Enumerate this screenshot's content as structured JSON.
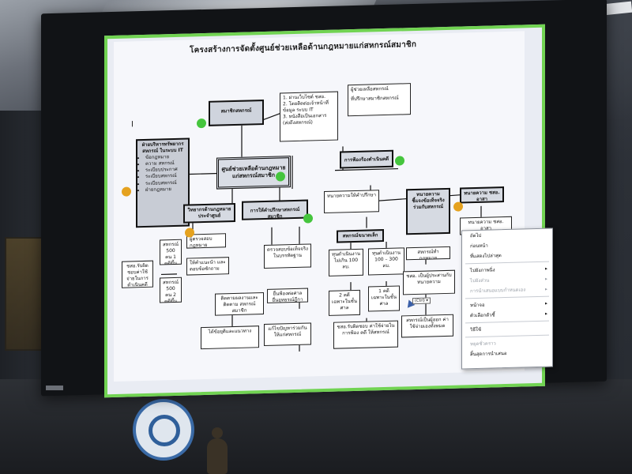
{
  "slide": {
    "title": "โครงสร้างการจัดตั้งศูนย์ช่วยเหลือด้านกฎหมายแก่สหกรณ์สมาชิก",
    "marker": "I",
    "center_box": "ศูนย์ช่วยเหลือด้านกฎหมาย แก่สหกรณ์สมาชิก",
    "member_box": "สมาชิกสหกรณ์",
    "member_steps": [
      "1. ผ่านเว็บไซต์ ชสอ.",
      "2. โดยติดต่อเจ้าหน้าที่ข้อมูล ระบบ IT",
      "3. หนังสือเป็นเอกสาร (ส่งถึงสหกรณ์)"
    ],
    "member_side": [
      "ผู้ช่วยเหลือสหกรณ์",
      "ที่ปรึกษาสมาชิกสหกรณ์"
    ],
    "left_panel": {
      "title": "ฝ่ายบริหารทรัพยากร สหกรณ์ ในระบบ IT",
      "items": [
        "ข้อกฎหมาย",
        "ความ สหกรณ์",
        "ระเบียบประกาศ",
        "ระเบียบสหกรณ์",
        "ระเบียบสหกรณ์",
        "ฝ่ายกฎหมาย"
      ]
    },
    "consult_box": "วิทยากรด้านกฎหมาย ประจำศูนย์",
    "case_box": "การให้คำปรึกษาสหกรณ์สมาชิก",
    "court_box": "การฟ้องร้องดำเนินคดี",
    "lawyer_box": "ผู้ตรวจสอบกฎหมาย",
    "answer_box": "ให้คำแนะนำ และตอบข้อซักถาม",
    "fee_boxes": [
      "สหกรณ์ 500 คน 1 คดีขึ้นไป",
      "สหกรณ์ 500 คน 2 คดีขึ้นไป"
    ],
    "support_box": "ชสอ.รับผิดชอบค่าใช้จ่ายในการดำเนินคดี",
    "check_box": "ตรวจสอบข้อเท็จจริง ในบรรทัดฐาน",
    "office_box": "ติดตามผลงานและติดตาม สหกรณ์สมาชิก",
    "result_box": "ได้ข้อยุติและแนวทาง",
    "legal_box": "แก้ไขปัญหาร่วมกัน ให้แก่สหกรณ์",
    "suit_box": "ยื่นฟ้องต่อศาล ยื่นอุทธรณ์ฎีกา",
    "member_coop_box": "สหกรณ์ขนาดเล็ก",
    "small_left": "ทุนดำเนินงาน ไม่เกิน 100 ลบ.",
    "small_right": "ทุนดำเนินงาน 100 – 300 ลบ.",
    "count_left": "2 คดี เฉพาะในชั้นศาล",
    "count_right": "1 คดี เฉพาะในชั้นศาล",
    "pay_box": "ชสอ.รับผิดชอบ ค่าใช้จ่ายในการฟ้อง คดี ให้สหกรณ์",
    "court_agent_box": "ทนายความ ชี้แจงข้อเท็จจริง ร่วมกับสหกรณ์",
    "lawyer_fee_box": "ทนายความ ชสอ. อาสา",
    "coop_lawyer": "สหกรณ์ทำกฎหมาย",
    "coop_pay_box": "ชสอ. เป็นผู้ประสานกับ ทนายความ",
    "coop_self_box": "สหกรณ์เป็นผู้ออก ค่าใช้จ่ายเองทั้งหมด",
    "lawyer_note": "ทนายความให้คำปรึกษา",
    "ctrl_tag": "(Ctrl) ▾"
  },
  "context_menu": {
    "items": [
      {
        "label": "ถัดไป",
        "disabled": false,
        "submenu": false
      },
      {
        "label": "ก่อนหน้า",
        "disabled": false,
        "submenu": false
      },
      {
        "label": "ที่แสดงไปล่าสุด",
        "disabled": false,
        "submenu": false
      },
      {
        "label": "ไปยังภาพนิ่ง",
        "disabled": false,
        "submenu": true
      },
      {
        "label": "ไปยังส่วน",
        "disabled": true,
        "submenu": true
      },
      {
        "label": "การนำเสนอแบบกำหนดเอง",
        "disabled": true,
        "submenu": true
      },
      {
        "label": "หน้าจอ",
        "disabled": false,
        "submenu": true
      },
      {
        "label": "ตัวเลือกตัวชี้",
        "disabled": false,
        "submenu": true
      },
      {
        "label": "วิธีใช้",
        "disabled": false,
        "submenu": false
      },
      {
        "label": "หยุดชั่วคราว",
        "disabled": true,
        "submenu": false
      },
      {
        "label": "สิ้นสุดการนำเสนอ",
        "disabled": false,
        "submenu": false
      }
    ]
  },
  "colors": {
    "screen_border": "#71d352",
    "dot_green": "#45c53d",
    "dot_orange": "#e5a21f"
  }
}
